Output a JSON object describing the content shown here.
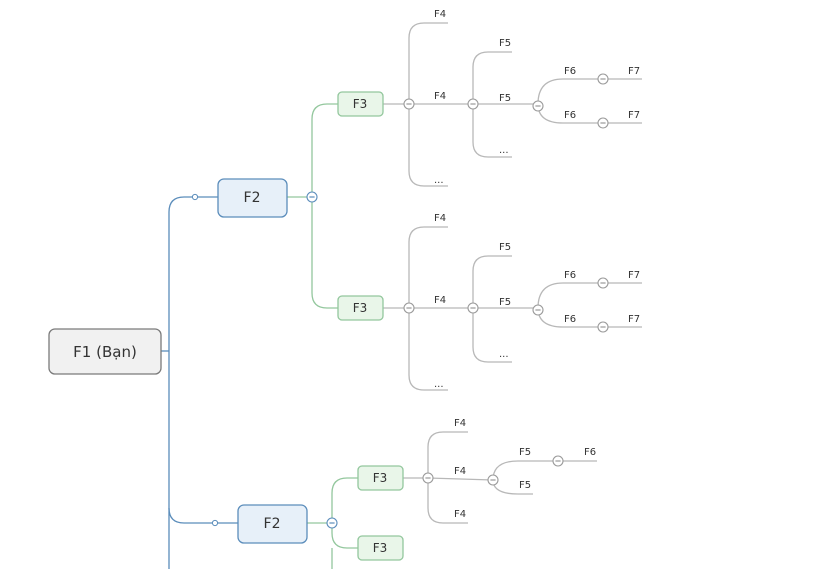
{
  "colors": {
    "root_fill": "#f1f1f1",
    "root_stroke": "#7a7a7a",
    "f2_fill": "#e7f0f9",
    "f2_stroke": "#5b8dbb",
    "f3_fill": "#e9f6e9",
    "f3_stroke": "#93c79d",
    "line_gray": "#b8b8b8",
    "text": "#333333"
  },
  "icons": {
    "toggle": "collapse-minus-icon",
    "connector_dot": "connector-dot-icon"
  },
  "root": {
    "label": "F1 (Bạn)"
  },
  "branches": [
    {
      "label": "F2"
    },
    {
      "label": "F2"
    }
  ],
  "f3_nodes": [
    {
      "label": "F3"
    },
    {
      "label": "F3"
    },
    {
      "label": "F3"
    },
    {
      "label": "F3"
    }
  ],
  "leaves": [
    "F4",
    "F4",
    "...",
    "F5",
    "F5",
    "...",
    "F6",
    "F6",
    "F7",
    "F7",
    "F4",
    "F4",
    "...",
    "F5",
    "F5",
    "...",
    "F6",
    "F6",
    "F7",
    "F7",
    "F4",
    "F4",
    "F4",
    "F5",
    "F5",
    "F6"
  ]
}
